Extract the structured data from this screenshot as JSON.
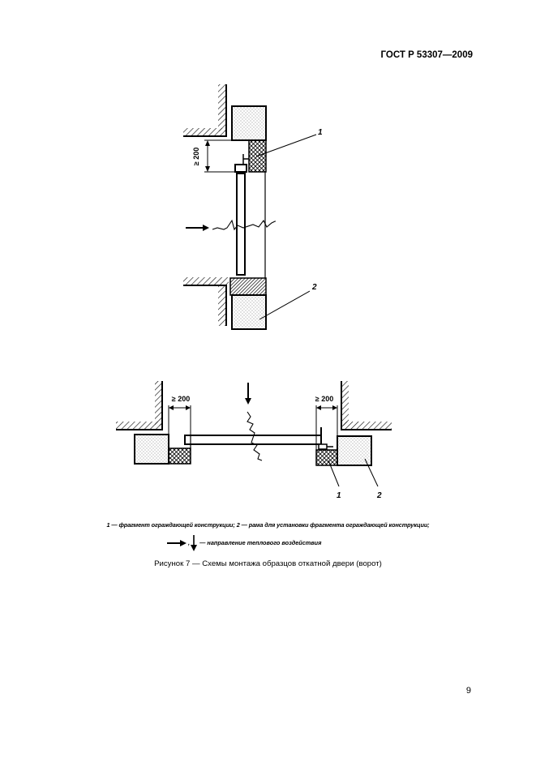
{
  "header": {
    "standard": "ГОСТ Р 53307—2009"
  },
  "figure_top": {
    "dimension": "≥ 200",
    "callout_1": "1",
    "callout_2": "2"
  },
  "figure_bottom": {
    "dimension_left": "≥ 200",
    "dimension_right": "≥ 200",
    "callout_1": "1",
    "callout_2": "2"
  },
  "legend": {
    "line1_num1": "1",
    "line1_text1": " — фрагмент ограждающей конструкции; ",
    "line1_num2": "2",
    "line1_text2": " — рама для установки фрагмента ограждающей конструкции;",
    "line2_sep": " ,",
    "line2_text": " — направление теплового воздействия"
  },
  "caption": "Рисунок 7 — Схемы монтажа образцов откатной двери (ворот)",
  "page_number": "9"
}
